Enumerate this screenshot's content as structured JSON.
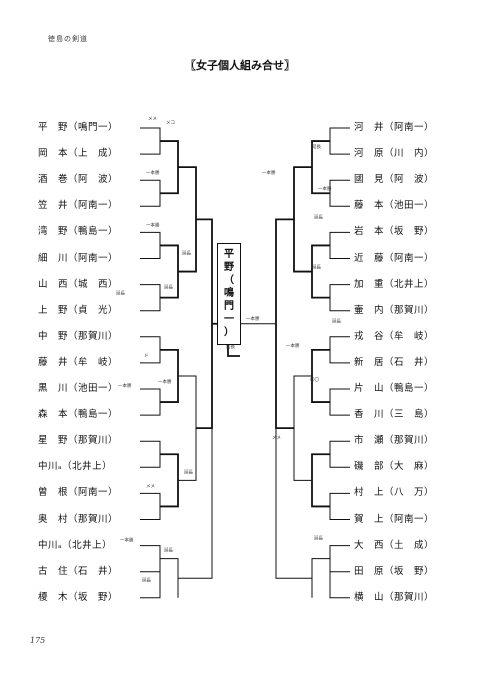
{
  "header": "徳島の剣道",
  "title": "〖女子個人組み合せ〗",
  "page_number": "175",
  "champion": [
    "平",
    "野",
    "（",
    "鳴",
    "門",
    "一",
    "）"
  ],
  "left_players": [
    {
      "name": "平　野",
      "team": "（鳴門一）"
    },
    {
      "name": "岡　本",
      "team": "（上　成）"
    },
    {
      "name": "酒　巻",
      "team": "（阿　波）"
    },
    {
      "name": "笠　井",
      "team": "（阿南一）"
    },
    {
      "name": "湾　野",
      "team": "（鴨島一）"
    },
    {
      "name": "細　川",
      "team": "（阿南一）"
    },
    {
      "name": "山　西",
      "team": "（城　西）"
    },
    {
      "name": "上　野",
      "team": "（貞　光）"
    },
    {
      "name": "中　野",
      "team": "（那賀川）"
    },
    {
      "name": "藤　井",
      "team": "（牟　岐）"
    },
    {
      "name": "黒　川",
      "team": "（池田一）"
    },
    {
      "name": "森　本",
      "team": "（鴨島一）"
    },
    {
      "name": "星　野",
      "team": "（那賀川）"
    },
    {
      "name": "中川ₐ",
      "team": "（北井上）"
    },
    {
      "name": "曽　根",
      "team": "（阿南一）"
    },
    {
      "name": "奥　村",
      "team": "（那賀川）"
    },
    {
      "name": "中川ₐ",
      "team": "（北井上）"
    },
    {
      "name": "古　住",
      "team": "（石　井）"
    },
    {
      "name": "榎　木",
      "team": "（坂　野）"
    }
  ],
  "right_players": [
    {
      "name": "河　井",
      "team": "（阿南一）"
    },
    {
      "name": "河　原",
      "team": "（川　内）"
    },
    {
      "name": "國　見",
      "team": "（阿　波）"
    },
    {
      "name": "藤　本",
      "team": "（池田一）"
    },
    {
      "name": "岩　本",
      "team": "（坂　野）"
    },
    {
      "name": "近　藤",
      "team": "（阿南一）"
    },
    {
      "name": "加　重",
      "team": "（北井上）"
    },
    {
      "name": "壷　内",
      "team": "（那賀川）"
    },
    {
      "name": "戎　谷",
      "team": "（牟　岐）"
    },
    {
      "name": "新　居",
      "team": "（石　井）"
    },
    {
      "name": "片　山",
      "team": "（鴨島一）"
    },
    {
      "name": "香　川",
      "team": "（三　島）"
    },
    {
      "name": "市　瀬",
      "team": "（那賀川）"
    },
    {
      "name": "磯　部",
      "team": "（大　麻）"
    },
    {
      "name": "村　上",
      "team": "（八　万）"
    },
    {
      "name": "賀　上",
      "team": "（阿南一）"
    },
    {
      "name": "大　西",
      "team": "（土　成）"
    },
    {
      "name": "田　原",
      "team": "（坂　野）"
    },
    {
      "name": "横　山",
      "team": "（那賀川）"
    }
  ],
  "annotations": {
    "ippon": "一本勝",
    "encho": "延長",
    "score_dd": "メメ",
    "score_m": "メ",
    "score_k": "コ",
    "score_d": "ド",
    "score_mm": "メメ",
    "score_circ": "〇〇"
  }
}
